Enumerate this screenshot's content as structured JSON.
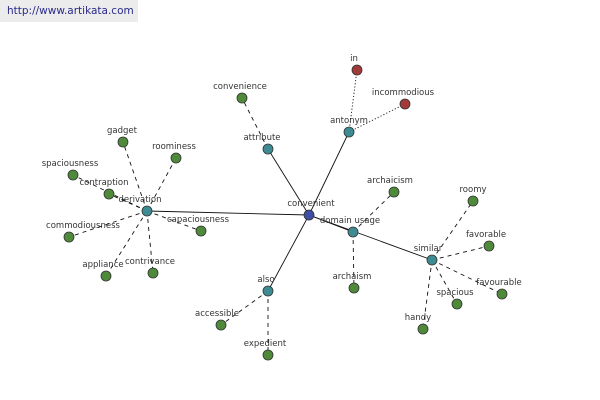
{
  "header": {
    "site_url": "http://www.artikata.com"
  },
  "graph": {
    "center": {
      "id": "convenient",
      "label": "convenient",
      "color": "#3c4fa2"
    },
    "relations": [
      {
        "id": "antonym",
        "label": "antonym",
        "color": "#3d8c94"
      },
      {
        "id": "attribute",
        "label": "attribute",
        "color": "#3d8c94"
      },
      {
        "id": "derivation",
        "label": "derivation",
        "color": "#3d8c94"
      },
      {
        "id": "domain-usage",
        "label": "domain usage",
        "color": "#3d8c94"
      },
      {
        "id": "similar",
        "label": "similar",
        "color": "#3d8c94"
      },
      {
        "id": "also",
        "label": "also",
        "color": "#3d8c94"
      }
    ],
    "words": [
      {
        "id": "in",
        "label": "in",
        "relation": "antonym",
        "kind": "antonym",
        "color": "#a23a3a"
      },
      {
        "id": "incommodious",
        "label": "incommodious",
        "relation": "antonym",
        "kind": "antonym",
        "color": "#a23a3a"
      },
      {
        "id": "convenience",
        "label": "convenience",
        "relation": "attribute",
        "kind": "word",
        "color": "#4e8a3a"
      },
      {
        "id": "gadget",
        "label": "gadget",
        "relation": "derivation",
        "kind": "word",
        "color": "#4e8a3a"
      },
      {
        "id": "roominess",
        "label": "roominess",
        "relation": "derivation",
        "kind": "word",
        "color": "#4e8a3a"
      },
      {
        "id": "spaciousness",
        "label": "spaciousness",
        "relation": "derivation",
        "kind": "word",
        "color": "#4e8a3a"
      },
      {
        "id": "contraption",
        "label": "contraption",
        "relation": "derivation",
        "kind": "word",
        "color": "#4e8a3a"
      },
      {
        "id": "commodiousness",
        "label": "commodiousness",
        "relation": "derivation",
        "kind": "word",
        "color": "#4e8a3a"
      },
      {
        "id": "capaciousness",
        "label": "capaciousness",
        "relation": "derivation",
        "kind": "word",
        "color": "#4e8a3a"
      },
      {
        "id": "appliance",
        "label": "appliance",
        "relation": "derivation",
        "kind": "word",
        "color": "#4e8a3a"
      },
      {
        "id": "contrivance",
        "label": "contrivance",
        "relation": "derivation",
        "kind": "word",
        "color": "#4e8a3a"
      },
      {
        "id": "archaicism",
        "label": "archaicism",
        "relation": "domain-usage",
        "kind": "word",
        "color": "#4e8a3a"
      },
      {
        "id": "archaism",
        "label": "archaism",
        "relation": "domain-usage",
        "kind": "word",
        "color": "#4e8a3a"
      },
      {
        "id": "roomy",
        "label": "roomy",
        "relation": "similar",
        "kind": "word",
        "color": "#4e8a3a"
      },
      {
        "id": "favorable",
        "label": "favorable",
        "relation": "similar",
        "kind": "word",
        "color": "#4e8a3a"
      },
      {
        "id": "favourable",
        "label": "favourable",
        "relation": "similar",
        "kind": "word",
        "color": "#4e8a3a"
      },
      {
        "id": "spacious",
        "label": "spacious",
        "relation": "similar",
        "kind": "word",
        "color": "#4e8a3a"
      },
      {
        "id": "handy",
        "label": "handy",
        "relation": "similar",
        "kind": "word",
        "color": "#4e8a3a"
      },
      {
        "id": "accessible",
        "label": "accessible",
        "relation": "also",
        "kind": "word",
        "color": "#4e8a3a"
      },
      {
        "id": "expedient",
        "label": "expedient",
        "relation": "also",
        "kind": "word",
        "color": "#4e8a3a"
      }
    ]
  }
}
